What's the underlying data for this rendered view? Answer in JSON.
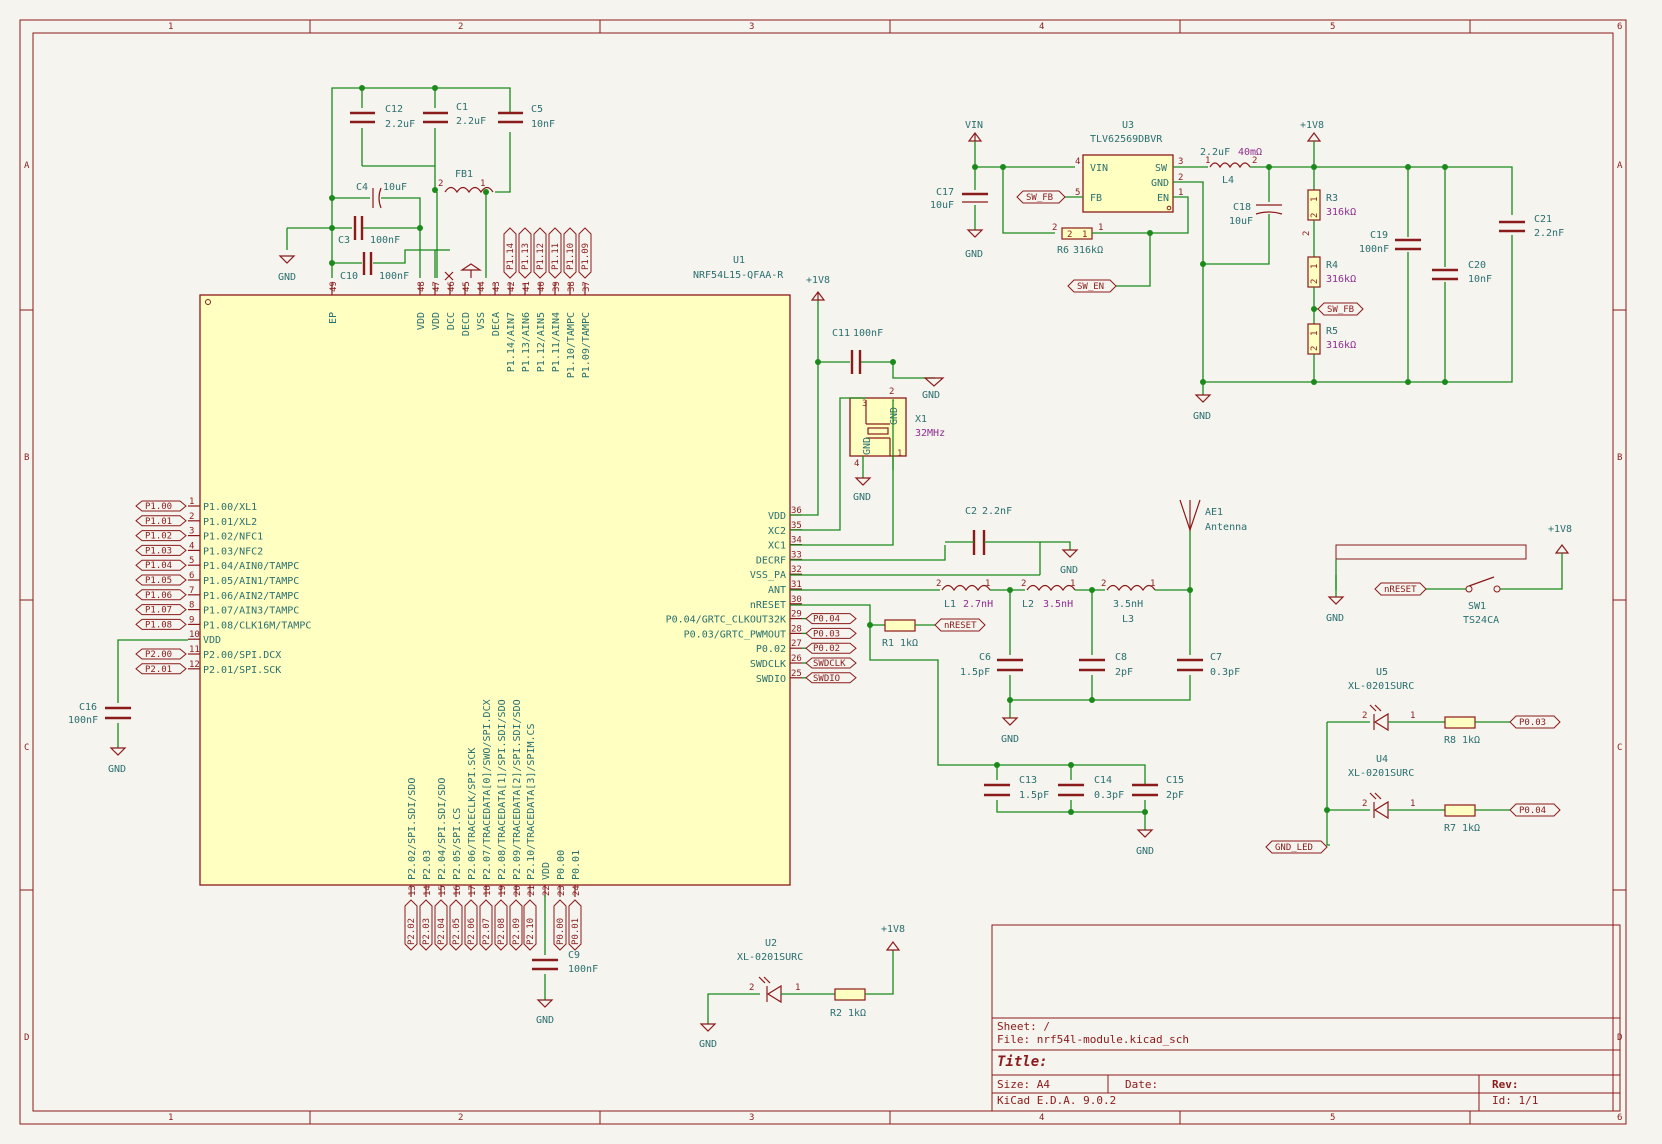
{
  "frame": {
    "columns": [
      "1",
      "2",
      "3",
      "4",
      "5",
      "6"
    ],
    "rows": [
      "A",
      "B",
      "C",
      "D"
    ]
  },
  "u1": {
    "ref": "U1",
    "value": "NRF54L15-QFAA-R",
    "top_pins": [
      {
        "num": "49",
        "name": "EP"
      },
      {
        "num": "48",
        "name": "VDD"
      },
      {
        "num": "47",
        "name": "VDD"
      },
      {
        "num": "46",
        "name": "DCC"
      },
      {
        "num": "45",
        "name": "DECD"
      },
      {
        "num": "44",
        "name": "VSS"
      },
      {
        "num": "43",
        "name": "DECA"
      },
      {
        "num": "42",
        "name": "P1.14/AIN7"
      },
      {
        "num": "41",
        "name": "P1.13/AIN6"
      },
      {
        "num": "40",
        "name": "P1.12/AIN5"
      },
      {
        "num": "39",
        "name": "P1.11/AIN4"
      },
      {
        "num": "38",
        "name": "P1.10/TAMPC"
      },
      {
        "num": "37",
        "name": "P1.09/TAMPC"
      }
    ],
    "left_pins": [
      {
        "num": "1",
        "name": "P1.00/XL1"
      },
      {
        "num": "2",
        "name": "P1.01/XL2"
      },
      {
        "num": "3",
        "name": "P1.02/NFC1"
      },
      {
        "num": "4",
        "name": "P1.03/NFC2"
      },
      {
        "num": "5",
        "name": "P1.04/AIN0/TAMPC"
      },
      {
        "num": "6",
        "name": "P1.05/AIN1/TAMPC"
      },
      {
        "num": "7",
        "name": "P1.06/AIN2/TAMPC"
      },
      {
        "num": "8",
        "name": "P1.07/AIN3/TAMPC"
      },
      {
        "num": "9",
        "name": "P1.08/CLK16M/TAMPC"
      },
      {
        "num": "10",
        "name": "VDD"
      },
      {
        "num": "11",
        "name": "P2.00/SPI.DCX"
      },
      {
        "num": "12",
        "name": "P2.01/SPI.SCK"
      }
    ],
    "right_pins": [
      {
        "num": "36",
        "name": "VDD"
      },
      {
        "num": "35",
        "name": "XC2"
      },
      {
        "num": "34",
        "name": "XC1"
      },
      {
        "num": "33",
        "name": "DECRF"
      },
      {
        "num": "32",
        "name": "VSS_PA"
      },
      {
        "num": "31",
        "name": "ANT"
      },
      {
        "num": "30",
        "name": "nRESET"
      },
      {
        "num": "29",
        "name": "P0.04/GRTC_CLKOUT32K"
      },
      {
        "num": "28",
        "name": "P0.03/GRTC_PWMOUT"
      },
      {
        "num": "27",
        "name": "P0.02"
      },
      {
        "num": "26",
        "name": "SWDCLK"
      },
      {
        "num": "25",
        "name": "SWDIO"
      }
    ],
    "bottom_pins": [
      {
        "num": "13",
        "name": "P2.02/SPI.SDI/SDO"
      },
      {
        "num": "14",
        "name": "P2.03"
      },
      {
        "num": "15",
        "name": "P2.04/SPI.SDI/SDO"
      },
      {
        "num": "16",
        "name": "P2.05/SPI.CS"
      },
      {
        "num": "17",
        "name": "P2.06/TRACECLK/SPI.SCK"
      },
      {
        "num": "18",
        "name": "P2.07/TRACEDATA[0]/SWO/SPI.DCX"
      },
      {
        "num": "19",
        "name": "P2.08/TRACEDATA[1]/SPI.SDI/SDO"
      },
      {
        "num": "20",
        "name": "P2.09/TRACEDATA[2]/SPI.SDI/SDO"
      },
      {
        "num": "21",
        "name": "P2.10/TRACEDATA[3]/SPIM.CS"
      },
      {
        "num": "22",
        "name": "VDD"
      },
      {
        "num": "23",
        "name": "P0.00"
      },
      {
        "num": "24",
        "name": "P0.01"
      }
    ]
  },
  "labels": {
    "left": [
      "P1.00",
      "P1.01",
      "P1.02",
      "P1.03",
      "P1.04",
      "P1.05",
      "P1.06",
      "P1.07",
      "P1.08"
    ],
    "left2": [
      "P2.00",
      "P2.01"
    ],
    "top": [
      "P1.14",
      "P1.13",
      "P1.12",
      "P1.11",
      "P1.10",
      "P1.09"
    ],
    "right": [
      "P0.04",
      "P0.03",
      "P0.02",
      "SWDCLK",
      "SWDIO"
    ],
    "bottom": [
      "P2.02",
      "P2.03",
      "P2.04",
      "P2.05",
      "P2.06",
      "P2.07",
      "P2.08",
      "P2.09",
      "P2.10",
      "P0.00",
      "P0.01"
    ],
    "nreset_r1": "nRESET",
    "sw_fb_u3": "SW_FB",
    "sw_en": "SW_EN",
    "sw_fb_div": "SW_FB",
    "nreset_sw": "nRESET",
    "p003": "P0.03",
    "p004": "P0.04",
    "gnd_led": "GND_LED"
  },
  "power": {
    "gnd": "GND",
    "v1v8": "+1V8",
    "vin": "VIN"
  },
  "parts": {
    "c12": {
      "ref": "C12",
      "value": "2.2uF"
    },
    "c1": {
      "ref": "C1",
      "value": "2.2uF"
    },
    "c5": {
      "ref": "C5",
      "value": "10nF"
    },
    "fb1": {
      "ref": "FB1"
    },
    "c4": {
      "ref": "C4",
      "value": "10uF"
    },
    "c3": {
      "ref": "C3",
      "value": "100nF"
    },
    "c10": {
      "ref": "C10",
      "value": "100nF"
    },
    "c11": {
      "ref": "C11",
      "value": "100nF"
    },
    "x1": {
      "ref": "X1",
      "value": "32MHz",
      "pin_gnd": "GND"
    },
    "c16": {
      "ref": "C16",
      "value": "100nF"
    },
    "c9": {
      "ref": "C9",
      "value": "100nF"
    },
    "u3": {
      "ref": "U3",
      "value": "TLV62569DBVR",
      "pins": {
        "vin": "VIN",
        "fb": "FB",
        "sw": "SW",
        "gnd": "GND",
        "en": "EN"
      }
    },
    "c17": {
      "ref": "C17",
      "value": "10uF"
    },
    "l4": {
      "ref": "L4",
      "value": "2.2uF",
      "extra": "40mΩ"
    },
    "c18": {
      "ref": "C18",
      "value": "10uF"
    },
    "r6": {
      "ref": "R6",
      "value": "316kΩ"
    },
    "r3": {
      "ref": "R3",
      "value": "316kΩ"
    },
    "r4": {
      "ref": "R4",
      "value": "316kΩ"
    },
    "r5": {
      "ref": "R5",
      "value": "316kΩ"
    },
    "c19": {
      "ref": "C19",
      "value": "100nF"
    },
    "c20": {
      "ref": "C20",
      "value": "10nF"
    },
    "c21": {
      "ref": "C21",
      "value": "2.2nF"
    },
    "c2": {
      "ref": "C2",
      "value": "2.2nF"
    },
    "ae1": {
      "ref": "AE1",
      "value": "Antenna"
    },
    "l1": {
      "ref": "L1",
      "value": "2.7nH"
    },
    "l2": {
      "ref": "L2",
      "value": "3.5nH"
    },
    "l3": {
      "ref": "L3",
      "value": "3.5nH"
    },
    "c6": {
      "ref": "C6",
      "value": "1.5pF"
    },
    "c8": {
      "ref": "C8",
      "value": "2pF"
    },
    "c7": {
      "ref": "C7",
      "value": "0.3pF"
    },
    "r1": {
      "ref": "R1",
      "value": "1kΩ"
    },
    "c13": {
      "ref": "C13",
      "value": "1.5pF"
    },
    "c14": {
      "ref": "C14",
      "value": "0.3pF"
    },
    "c15": {
      "ref": "C15",
      "value": "2pF"
    },
    "sw1": {
      "ref": "SW1",
      "value": "TS24CA"
    },
    "u5": {
      "ref": "U5",
      "value": "XL-0201SURC"
    },
    "u4": {
      "ref": "U4",
      "value": "XL-0201SURC"
    },
    "r8": {
      "ref": "R8",
      "value": "1kΩ"
    },
    "r7": {
      "ref": "R7",
      "value": "1kΩ"
    },
    "u2": {
      "ref": "U2",
      "value": "XL-0201SURC"
    },
    "r2": {
      "ref": "R2",
      "value": "1kΩ"
    }
  },
  "titleblock": {
    "sheet": "Sheet: /",
    "file": "File: nrf54l-module.kicad_sch",
    "title": "Title:",
    "size": "Size: A4",
    "date": "Date:",
    "rev": "Rev:",
    "tool": "KiCad E.D.A. 9.0.2",
    "id": "Id: 1/1"
  }
}
